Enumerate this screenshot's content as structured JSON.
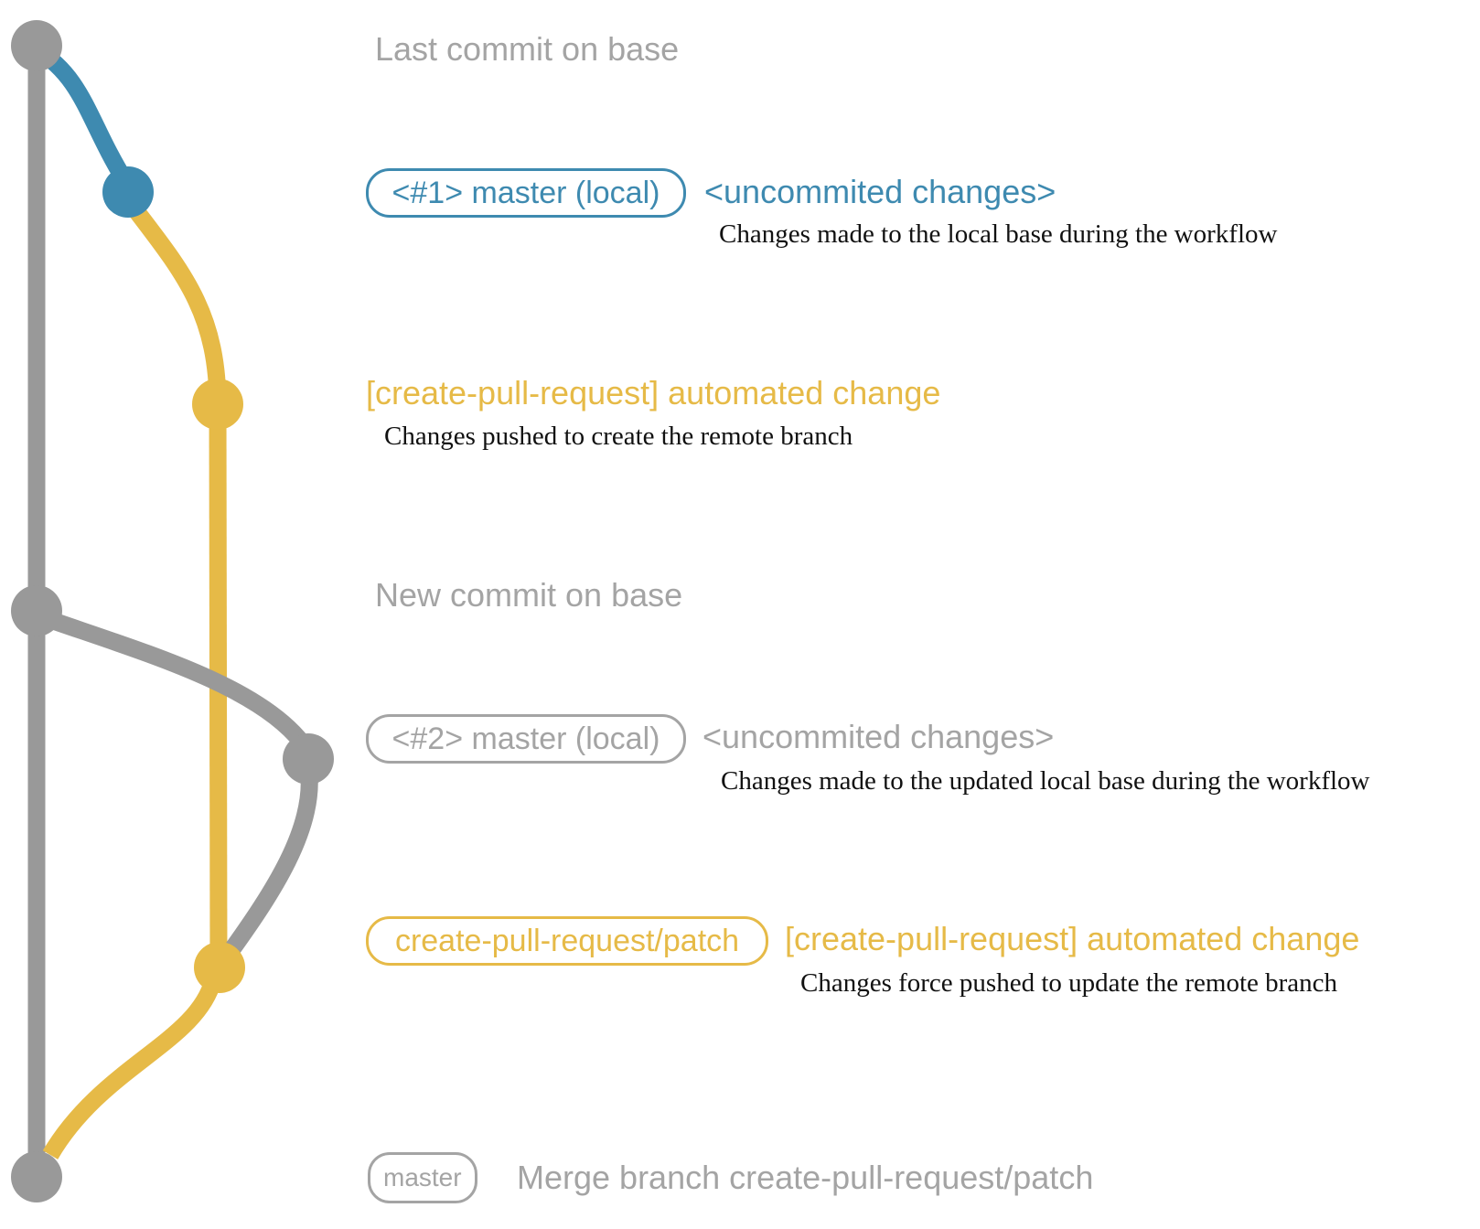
{
  "colors": {
    "branch_gray": "#999999",
    "branch_blue": "#3e8ab0",
    "branch_yellow": "#e6ba47",
    "text_gray": "#a4a4a4",
    "caption_black": "#111111"
  },
  "graph": {
    "description": "Git commit graph for create-pull-request workflow",
    "branches": [
      {
        "name": "base",
        "color": "#999999"
      },
      {
        "name": "local-uncommitted-1",
        "color": "#3e8ab0"
      },
      {
        "name": "create-pull-request/patch",
        "color": "#e6ba47"
      },
      {
        "name": "local-uncommitted-2",
        "color": "#999999"
      }
    ],
    "nodes": [
      {
        "id": "last-commit-on-base",
        "color": "gray"
      },
      {
        "id": "local-master-1",
        "color": "blue"
      },
      {
        "id": "remote-branch-commit-1",
        "color": "yellow"
      },
      {
        "id": "new-commit-on-base",
        "color": "gray"
      },
      {
        "id": "local-master-2",
        "color": "gray"
      },
      {
        "id": "remote-branch-commit-2",
        "color": "yellow"
      },
      {
        "id": "merge-commit",
        "color": "gray"
      }
    ]
  },
  "annotations": {
    "last_commit_label": "Last commit on base",
    "r1_badge": "<#1> master (local)",
    "r1_title": "<uncommited changes>",
    "r1_caption": "Changes made to the local base during the workflow",
    "r2_title": "[create-pull-request] automated change",
    "r2_caption": "Changes pushed to create the remote branch",
    "new_commit_label": "New commit on base",
    "r3_badge": "<#2> master (local)",
    "r3_title": "<uncommited changes>",
    "r3_caption": "Changes made to the updated local base during the workflow",
    "r4_badge": "create-pull-request/patch",
    "r4_title": "[create-pull-request] automated change",
    "r4_caption": "Changes force pushed to update the remote branch",
    "r5_badge": "master",
    "r5_label": "Merge branch create-pull-request/patch"
  }
}
